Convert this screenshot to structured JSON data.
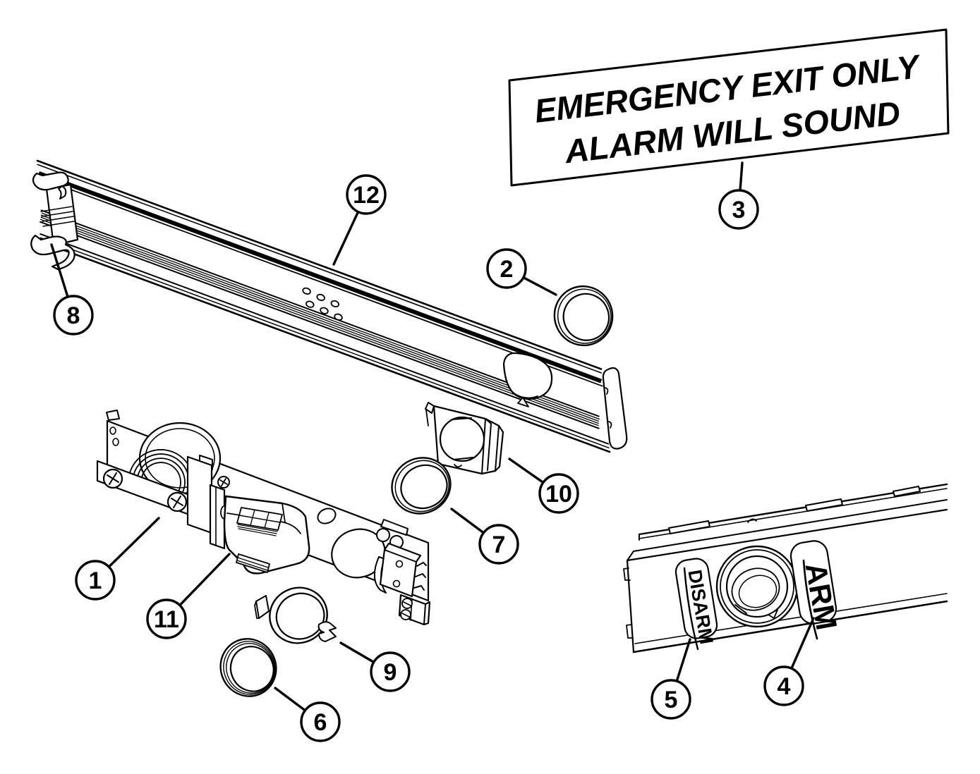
{
  "colors": {
    "ink": "#000000",
    "paper": "#ffffff"
  },
  "sign": {
    "line1": "EMERGENCY EXIT ONLY",
    "line2": "ALARM WILL SOUND"
  },
  "panel": {
    "disarm": "DISARM",
    "arm": "ARM"
  },
  "callouts": [
    {
      "number": "1"
    },
    {
      "number": "2"
    },
    {
      "number": "3"
    },
    {
      "number": "4"
    },
    {
      "number": "5"
    },
    {
      "number": "6"
    },
    {
      "number": "7"
    },
    {
      "number": "8"
    },
    {
      "number": "9"
    },
    {
      "number": "10"
    },
    {
      "number": "11"
    },
    {
      "number": "12"
    }
  ]
}
